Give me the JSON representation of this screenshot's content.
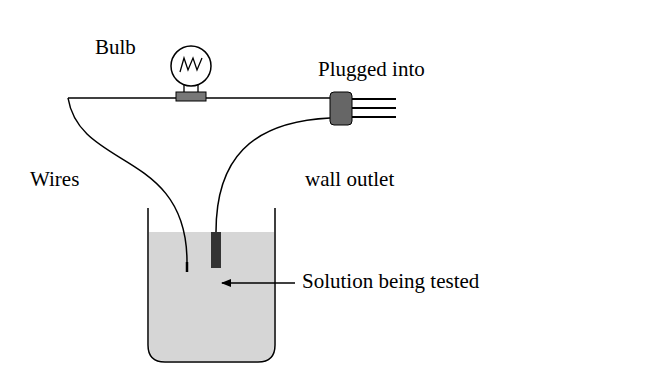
{
  "diagram": {
    "labels": [
      "Bulb",
      "Plugged into",
      "wall outlet",
      "Wires",
      "Solution being tested"
    ]
  }
}
